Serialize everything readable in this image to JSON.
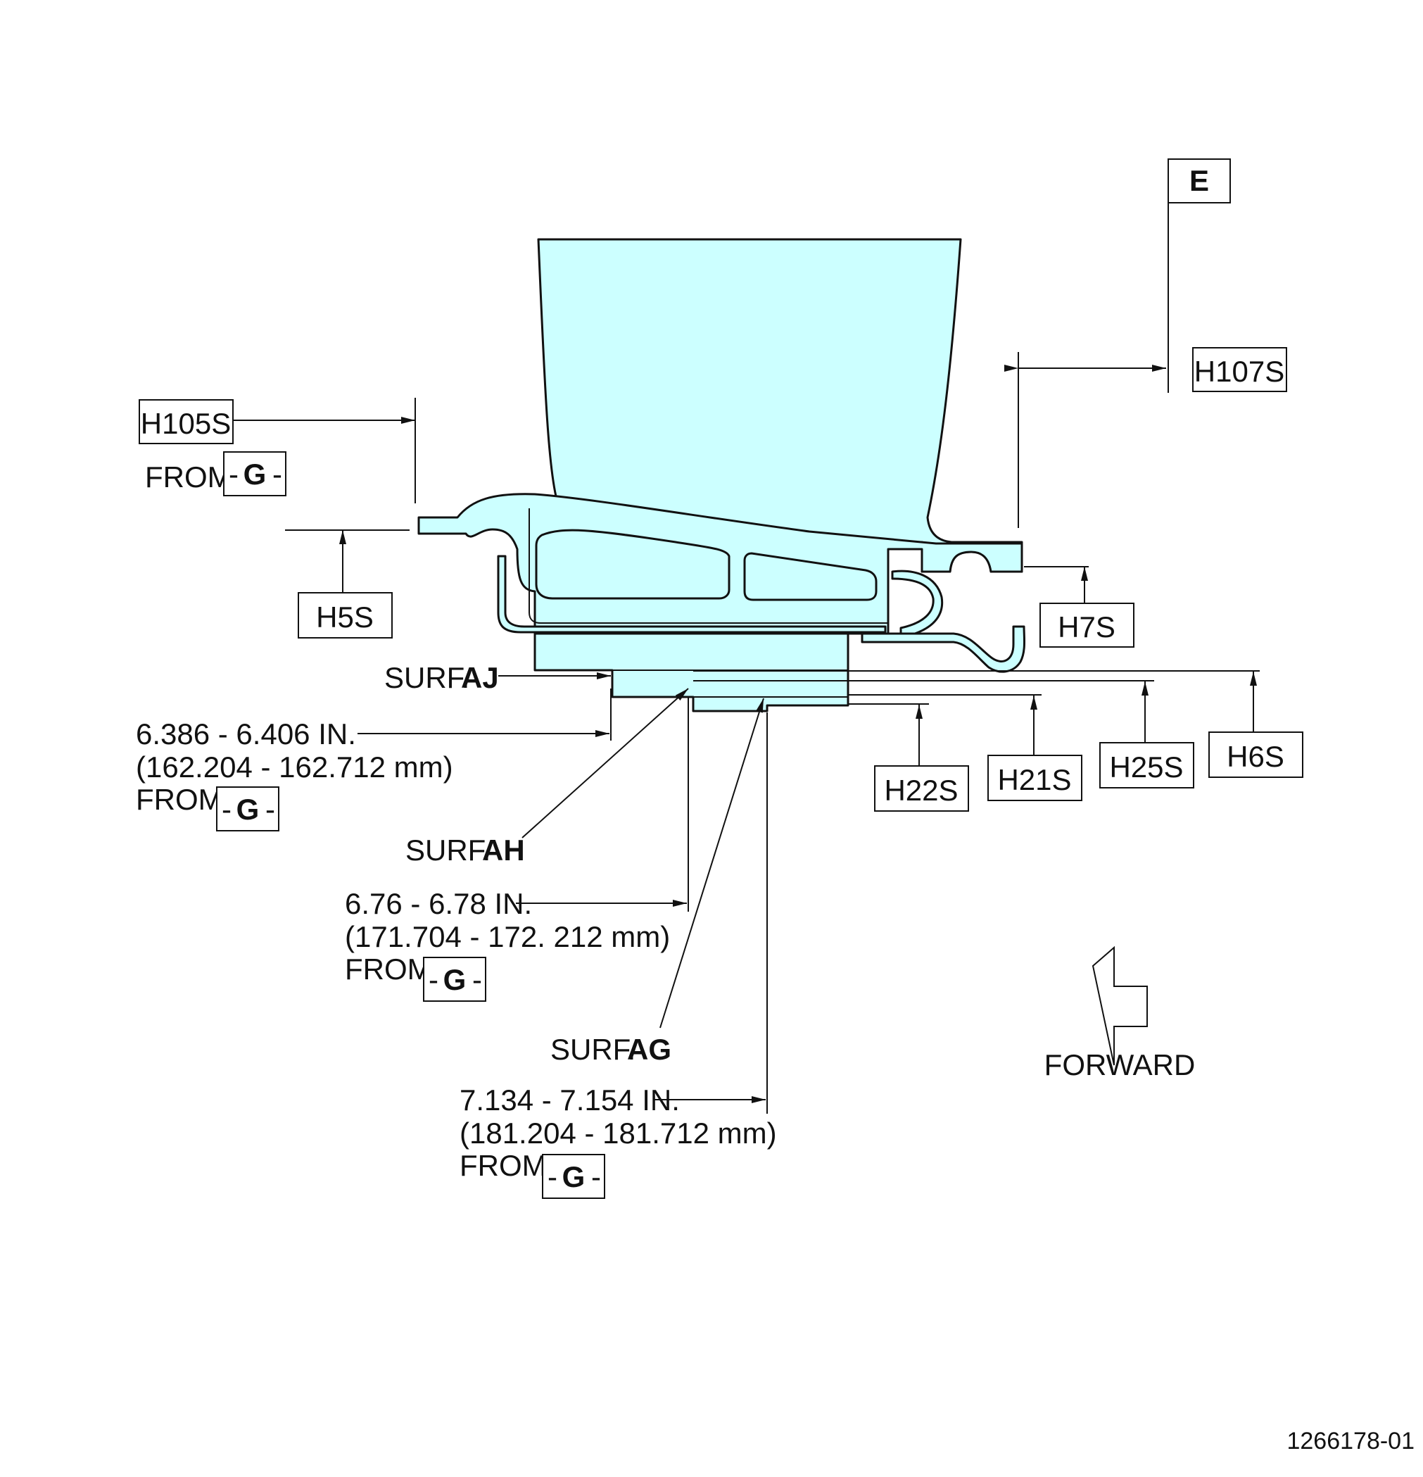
{
  "datum_top": "E",
  "labels": {
    "h105s": "H105S",
    "h5s": "H5S",
    "h107s": "H107S",
    "h7s": "H7S",
    "h22s": "H22S",
    "h21s": "H21S",
    "h25s": "H25S",
    "h6s": "H6S"
  },
  "from_word": "FROM",
  "datum_g": "G",
  "dash": "-",
  "surf_prefix": "SURF.",
  "surfaces": {
    "aj": "AJ",
    "ah": "AH",
    "ag": "AG"
  },
  "dims": {
    "d1_in": "6.386 - 6.406 IN.",
    "d1_mm": "(162.204 - 162.712 mm)",
    "d2_in": "6.76 - 6.78 IN.",
    "d2_mm": "(171.704 - 172. 212 mm)",
    "d3_in": "7.134 - 7.154 IN.",
    "d3_mm": "(181.204 - 181.712 mm)"
  },
  "forward": "FORWARD",
  "figure_id": "1266178-01",
  "colors": {
    "part_fill": "#ccffff",
    "line": "#111111"
  }
}
